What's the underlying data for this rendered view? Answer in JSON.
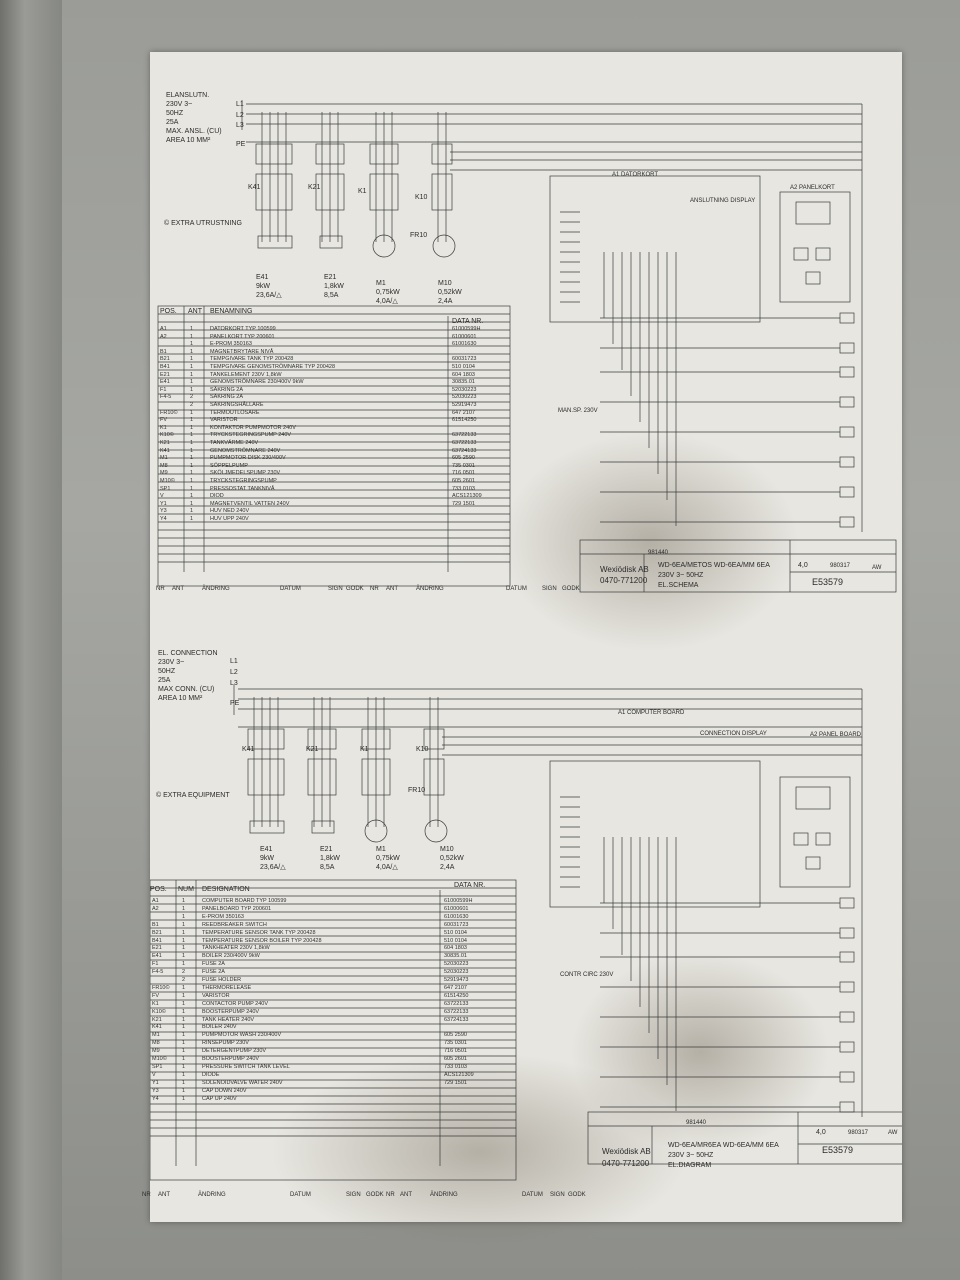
{
  "top": {
    "supply": [
      "ELANSLUTN.",
      "230V 3~",
      "50HZ",
      "25A",
      "MAX. ANSL. (CU)",
      "AREA 10 MM²"
    ],
    "lines": [
      "L1",
      "L2",
      "L3",
      "PE"
    ],
    "extra": "© EXTRA UTRUSTNING",
    "contactors": [
      "K41",
      "K21",
      "K1",
      "K10",
      "FR10"
    ],
    "loads": [
      {
        "id": "E41",
        "rating": "9kW",
        "current": "23,6A/△"
      },
      {
        "id": "E21",
        "rating": "1,8kW",
        "current": "8,5A"
      },
      {
        "id": "M1",
        "rating": "0,75kW",
        "current": "4,0A/△"
      },
      {
        "id": "M10",
        "rating": "0,52kW",
        "current": "2,4A"
      }
    ],
    "board": {
      "computer": "A1 DATORKORT",
      "panel": "A2 PANELKORT",
      "display": "ANSLUTNING DISPLAY",
      "manoeuvre": "MAN.SP. 230V"
    },
    "bom_headers": {
      "pos": "POS.",
      "num": "ANT",
      "name": "BENAMNING",
      "data": "DATA NR."
    },
    "bom_rows": [
      {
        "pos": "A1",
        "num": "1",
        "name": "DATORKORT    TYP 100599",
        "data": "61000599H"
      },
      {
        "pos": "A2",
        "num": "1",
        "name": "PANELKORT  TYP 200601",
        "data": "61000601"
      },
      {
        "pos": "",
        "num": "1",
        "name": "E-PROM  350163",
        "data": "61001630"
      },
      {
        "pos": "B1",
        "num": "1",
        "name": "MAGNETBRYTARE NIVÅ",
        "data": ""
      },
      {
        "pos": "B21",
        "num": "1",
        "name": "TEMPGIVARE TANK   TYP 200428",
        "data": "60031723"
      },
      {
        "pos": "B41",
        "num": "1",
        "name": "TEMPGIVARE GENOMSTRÖMNARE  TYP 200428",
        "data": "510 0104"
      },
      {
        "pos": "E21",
        "num": "1",
        "name": "TANKELEMENT   230V 1,8kW",
        "data": "604 1803"
      },
      {
        "pos": "E41",
        "num": "1",
        "name": "GENOMSTRÖMNARE  230/400V 9kW",
        "data": "30835.01"
      },
      {
        "pos": "F1",
        "num": "1",
        "name": "SÄKRING  2A",
        "data": "52030223"
      },
      {
        "pos": "F4-5",
        "num": "2",
        "name": "SÄKRING  2A",
        "data": "52030223"
      },
      {
        "pos": "",
        "num": "2",
        "name": "SÄKRINGSHÅLLARE",
        "data": "52919473"
      },
      {
        "pos": "FR10©",
        "num": "1",
        "name": "TERMOUTLÖSARE",
        "data": "647 2107"
      },
      {
        "pos": "FV",
        "num": "1",
        "name": "VARISTOR",
        "data": "61514250"
      },
      {
        "pos": "K1",
        "num": "1",
        "name": "KONTAKTOR PUMPMOTOR   240V",
        "data": ""
      },
      {
        "pos": "K10©",
        "num": "1",
        "name": "TRYCKSTEGRINGSPUMP  240V",
        "data": "63722133"
      },
      {
        "pos": "K21",
        "num": "1",
        "name": "TANKVÄRME   240V",
        "data": "63722133"
      },
      {
        "pos": "K41",
        "num": "1",
        "name": "GENOMSTRÖMNARE   240V",
        "data": "63724133"
      },
      {
        "pos": "M1",
        "num": "1",
        "name": "PUMPMOTOR DISK   230/400V",
        "data": "605 2590"
      },
      {
        "pos": "M8",
        "num": "1",
        "name": "SÖPPELPUMP",
        "data": "735 0301"
      },
      {
        "pos": "M9",
        "num": "1",
        "name": "SKÖLJMEDELSPUMP  230V",
        "data": "716 0501"
      },
      {
        "pos": "M10©",
        "num": "1",
        "name": "TRYCKSTEGRINGSPUMP",
        "data": "605 2601"
      },
      {
        "pos": "SP1",
        "num": "1",
        "name": "PRESSOSTAT TANKNIVÅ",
        "data": "733 0103"
      },
      {
        "pos": "V",
        "num": "1",
        "name": "DIOD",
        "data": "ACS121309"
      },
      {
        "pos": "Y1",
        "num": "1",
        "name": "MAGNETVENTIL VATTEN   240V",
        "data": "729 1501"
      },
      {
        "pos": "Y3",
        "num": "1",
        "name": "HUV NED   240V",
        "data": ""
      },
      {
        "pos": "Y4",
        "num": "1",
        "name": "HUV UPP   240V",
        "data": ""
      }
    ],
    "rev_footer": [
      "NR",
      "ANT",
      "ÄNDRING",
      "DATUM",
      "SIGN",
      "GODK",
      "NR",
      "ANT",
      "ÄNDRING",
      "DATUM",
      "SIGN",
      "GODK"
    ],
    "title_block": {
      "company": "Wexiödisk AB",
      "phone": "0470-771200",
      "model": "WD-6EA/METOS WD-6EA/MM 6EA",
      "voltage": "230V 3~ 50HZ",
      "kind": "EL.SCHEMA",
      "ref": "981440",
      "rev": "4,0",
      "date": "980317",
      "sign": "AW",
      "drawing_no": "E53579"
    }
  },
  "bottom": {
    "supply": [
      "EL. CONNECTION",
      "230V 3~",
      "50HZ",
      "25A",
      "MAX CONN. (CU)",
      "AREA 10 MM²"
    ],
    "lines": [
      "L1",
      "L2",
      "L3",
      "PE"
    ],
    "extra": "© EXTRA EQUIPMENT",
    "contactors": [
      "K41",
      "K21",
      "K1",
      "K10",
      "FR10"
    ],
    "loads": [
      {
        "id": "E41",
        "rating": "9kW",
        "current": "23,6A/△"
      },
      {
        "id": "E21",
        "rating": "1,8kW",
        "current": "8,5A"
      },
      {
        "id": "M1",
        "rating": "0,75kW",
        "current": "4,0A/△"
      },
      {
        "id": "M10",
        "rating": "0,52kW",
        "current": "2,4A"
      }
    ],
    "board": {
      "computer": "A1 COMPUTER BOARD",
      "panel": "A2 PANEL BOARD",
      "display": "CONNECTION DISPLAY",
      "manoeuvre": "CONTR CIRC 230V"
    },
    "bom_headers": {
      "pos": "POS.",
      "num": "NUM",
      "name": "DESIGNATION",
      "data": "DATA NR."
    },
    "bom_rows": [
      {
        "pos": "A1",
        "num": "1",
        "name": "COMPUTER BOARD    TYP 100599",
        "data": "61000599H"
      },
      {
        "pos": "A2",
        "num": "1",
        "name": "PANELBOARD  TYP 200601",
        "data": "61000601"
      },
      {
        "pos": "",
        "num": "1",
        "name": "E-PROM  350163",
        "data": "61001630"
      },
      {
        "pos": "B1",
        "num": "1",
        "name": "REEDBREAKER SWITCH",
        "data": "60031723"
      },
      {
        "pos": "B21",
        "num": "1",
        "name": "TEMPERATURE SENSOR TANK  TYP 200428",
        "data": "510 0104"
      },
      {
        "pos": "B41",
        "num": "1",
        "name": "TEMPERATURE SENSOR BOILER  TYP 200428",
        "data": "510 0104"
      },
      {
        "pos": "E21",
        "num": "1",
        "name": "TANKHEATER   230V 1,8kW",
        "data": "604 1803"
      },
      {
        "pos": "E41",
        "num": "1",
        "name": "BOILER   230/400V 9kW",
        "data": "30835.01"
      },
      {
        "pos": "F1",
        "num": "1",
        "name": "FUSE  2A",
        "data": "52030223"
      },
      {
        "pos": "F4-5",
        "num": "2",
        "name": "FUSE  2A",
        "data": "52030223"
      },
      {
        "pos": "",
        "num": "2",
        "name": "FUSE HOLDER",
        "data": "52919473"
      },
      {
        "pos": "FR10©",
        "num": "1",
        "name": "THERMORELEASE",
        "data": "647 2107"
      },
      {
        "pos": "FV",
        "num": "1",
        "name": "VARISTOR",
        "data": "61514250"
      },
      {
        "pos": "K1",
        "num": "1",
        "name": "CONTACTOR PUMP   240V",
        "data": "63722133"
      },
      {
        "pos": "K10©",
        "num": "1",
        "name": "BOOSTERPUMP   240V",
        "data": "63722133"
      },
      {
        "pos": "K21",
        "num": "1",
        "name": "TANK HEATER   240V",
        "data": "63724133"
      },
      {
        "pos": "K41",
        "num": "1",
        "name": "BOILER   240V",
        "data": ""
      },
      {
        "pos": "M1",
        "num": "1",
        "name": "PUMPMOTOR WASH   230/400V",
        "data": "605 2590"
      },
      {
        "pos": "M8",
        "num": "1",
        "name": "RINSEPUMP   230V",
        "data": "735 0301"
      },
      {
        "pos": "M9",
        "num": "1",
        "name": "DETERGENTPUMP   230V",
        "data": "716 0501"
      },
      {
        "pos": "M10©",
        "num": "1",
        "name": "BOOSTERPUMP   240V",
        "data": "605 2601"
      },
      {
        "pos": "SP1",
        "num": "1",
        "name": "PRESSURE SWITCH TANK LEVEL",
        "data": "733 0103"
      },
      {
        "pos": "V",
        "num": "1",
        "name": "DIODE",
        "data": "ACS121309"
      },
      {
        "pos": "Y1",
        "num": "1",
        "name": "SOLENOIDVALVE WATER   240V",
        "data": "729 1501"
      },
      {
        "pos": "Y3",
        "num": "1",
        "name": "CAP DOWN   240V",
        "data": ""
      },
      {
        "pos": "Y4",
        "num": "1",
        "name": "CAP UP   240V",
        "data": ""
      }
    ],
    "rev_footer": [
      "NR",
      "ANT",
      "ÄNDRING",
      "DATUM",
      "SIGN",
      "GODK",
      "NR",
      "ANT",
      "ÄNDRING",
      "DATUM",
      "SIGN",
      "GODK"
    ],
    "title_block": {
      "company": "Wexiödisk AB",
      "phone": "0470-771200",
      "model": "WD-6EA/MR6EA WD-6EA/MM 6EA",
      "voltage": "230V 3~ 50HZ",
      "kind": "EL.DIAGRAM",
      "ref": "981440",
      "rev": "4,0",
      "date": "980317",
      "sign": "AW",
      "drawing_no": "E53579"
    }
  }
}
